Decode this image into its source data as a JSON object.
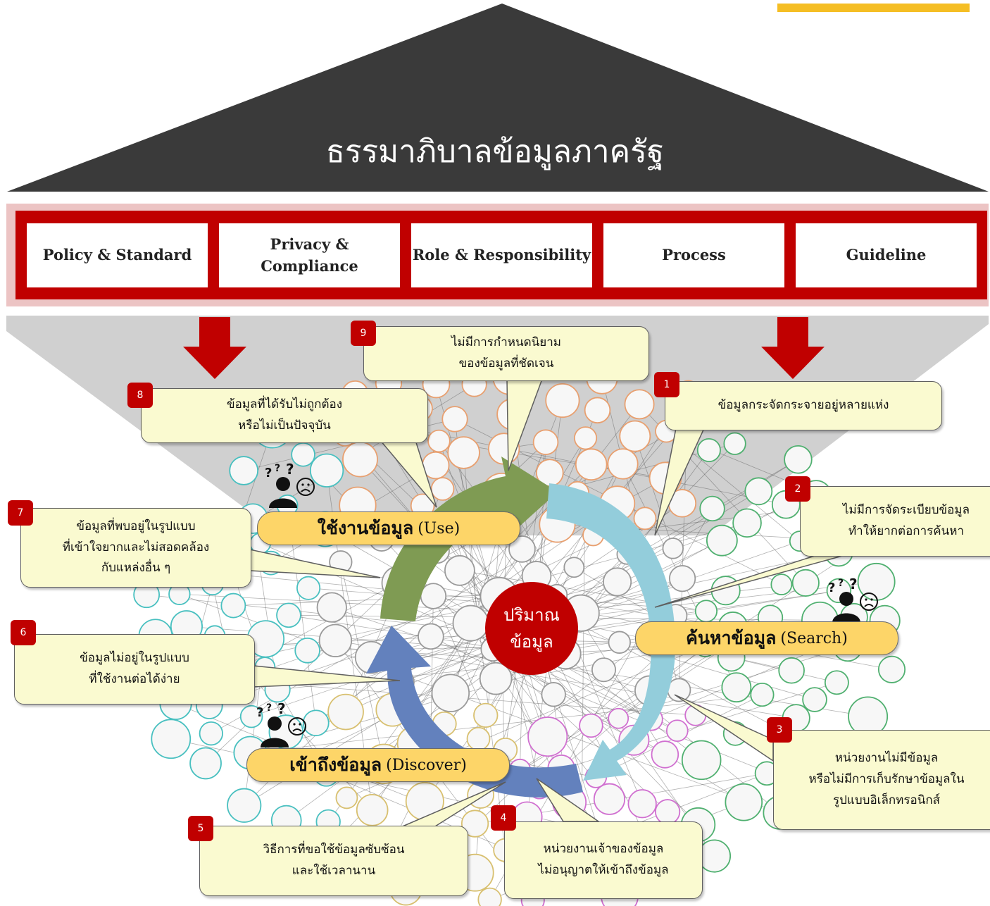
{
  "header": {
    "title": "ธรรมาภิบาลข้อมูลภาครัฐ"
  },
  "pillars": [
    {
      "lines": [
        "Policy & Standard"
      ]
    },
    {
      "lines": [
        "Privacy &",
        "Compliance"
      ]
    },
    {
      "lines": [
        "Role & Responsibility"
      ]
    },
    {
      "lines": [
        "Process"
      ]
    },
    {
      "lines": [
        "Guideline"
      ]
    }
  ],
  "center": {
    "lines": [
      "ปริมาณ",
      "ข้อมูล"
    ]
  },
  "stages": {
    "use": {
      "th": "ใช้งานข้อมูล",
      "en": "(Use)"
    },
    "search": {
      "th": "ค้นหาข้อมูล",
      "en": "(Search)"
    },
    "discover": {
      "th": "เข้าถึงข้อมูล",
      "en": "(Discover)"
    }
  },
  "issues": [
    {
      "number": "1",
      "lines": [
        "ข้อมูลกระจัดกระจายอยู่หลายแห่ง"
      ]
    },
    {
      "number": "2",
      "lines": [
        "ไม่มีการจัดระเบียบข้อมูล",
        "ทำให้ยากต่อการค้นหา"
      ]
    },
    {
      "number": "3",
      "lines": [
        "หน่วยงานไม่มีข้อมูล",
        "หรือไม่มีการเก็บรักษาข้อมูลใน",
        "รูปแบบอิเล็กทรอนิกส์"
      ]
    },
    {
      "number": "4",
      "lines": [
        "หน่วยงานเจ้าของข้อมูล",
        "ไม่อนุญาตให้เข้าถึงข้อมูล"
      ]
    },
    {
      "number": "5",
      "lines": [
        "วิธีการที่ขอใช้ข้อมูลซับซ้อน",
        "และใช้เวลานาน"
      ]
    },
    {
      "number": "6",
      "lines": [
        "ข้อมูลไม่อยู่ในรูปแบบ",
        "ที่ใช้งานต่อได้ง่าย"
      ]
    },
    {
      "number": "7",
      "lines": [
        "ข้อมูลที่พบอยู่ในรูปแบบ",
        "ที่เข้าใจยากและไม่สอดคล้อง",
        "กับแหล่งอื่น ๆ"
      ]
    },
    {
      "number": "8",
      "lines": [
        "ข้อมูลที่ได้รับไม่ถูกต้อง",
        "หรือไม่เป็นปัจจุบัน"
      ]
    },
    {
      "number": "9",
      "lines": [
        "ไม่มีการกำหนดนิยาม",
        "ของข้อมูลที่ชัดเจน"
      ]
    }
  ],
  "colors": {
    "roof": "#3a3a3a",
    "accent_bar": "#f5be24",
    "pillar_band": "#ecc4c4",
    "pillar_frame": "#c00000",
    "funnel": "#d0d0d0",
    "arrow_red": "#c00000",
    "callout_fill": "#fafad0",
    "badge": "#c00000",
    "stage_fill": "#fdd568",
    "center_circle": "#c00000",
    "cycle_use": "#7f9b53",
    "cycle_search": "#93cddb",
    "cycle_discover": "#6381bd",
    "node_teal": "#49c0c0",
    "node_orange": "#e8a070",
    "node_pink": "#d070d0",
    "node_green": "#50b070",
    "node_yellow": "#d8c070",
    "node_grey": "#9a9a9a"
  }
}
